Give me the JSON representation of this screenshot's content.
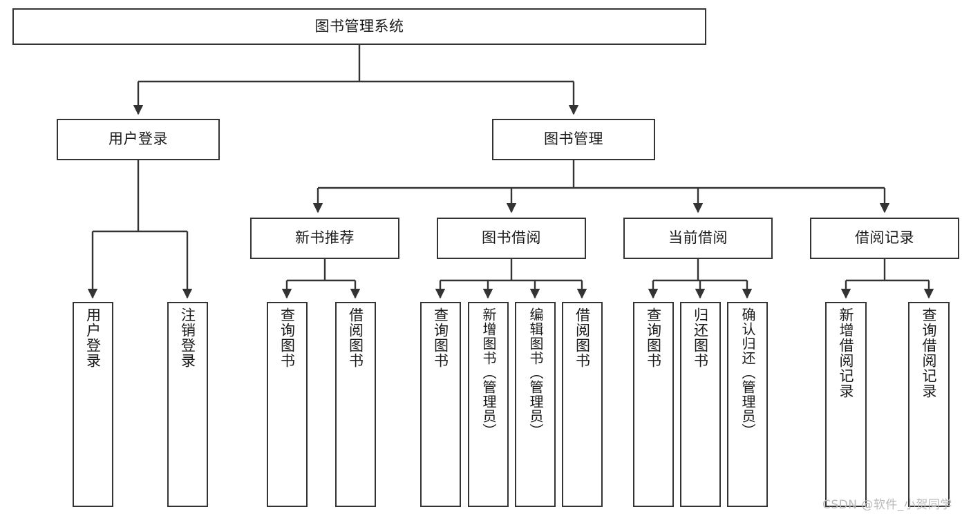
{
  "diagram": {
    "title": "图书管理系统",
    "type": "tree",
    "background_color": "#ffffff",
    "line_color": "#333333",
    "box_border_color": "#333333",
    "text_color": "#1a1a1a"
  },
  "root": {
    "label": "图书管理系统"
  },
  "level2": [
    {
      "label": "用户登录"
    },
    {
      "label": "图书管理"
    }
  ],
  "level3": [
    {
      "label": "新书推荐"
    },
    {
      "label": "图书借阅"
    },
    {
      "label": "当前借阅"
    },
    {
      "label": "借阅记录"
    }
  ],
  "leaves": {
    "user_login": [
      {
        "label": "用户登录"
      },
      {
        "label": "注销登录"
      }
    ],
    "new_book_recommend": [
      {
        "label": "查询图书"
      },
      {
        "label": "借阅图书"
      }
    ],
    "book_borrow": [
      {
        "label": "查询图书"
      },
      {
        "label": "新增图书（管理员）"
      },
      {
        "label": "编辑图书（管理员）"
      },
      {
        "label": "借阅图书"
      }
    ],
    "current_borrow": [
      {
        "label": "查询图书"
      },
      {
        "label": "归还图书"
      },
      {
        "label": "确认归还（管理员）"
      }
    ],
    "borrow_record": [
      {
        "label": "新增借阅记录"
      },
      {
        "label": "查询借阅记录"
      }
    ]
  },
  "watermark": {
    "text": "CSDN @软件_小贺同学",
    "color": "#b9b9b9"
  }
}
